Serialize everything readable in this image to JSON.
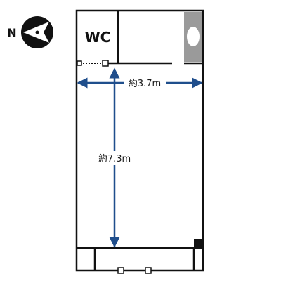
{
  "compass": {
    "label": "N"
  },
  "rooms": {
    "wc_label": "WC"
  },
  "dimensions": {
    "width_label": "約3.7m",
    "length_label": "約7.3m"
  },
  "colors": {
    "wall": "#111111",
    "dimension_arrow": "#1f4e8c",
    "sink_fill": "#9a9a9a",
    "background": "#ffffff"
  },
  "icons": {
    "compass": "north-compass-icon",
    "toilet": "toilet-bowl-icon",
    "column": "pillar-icon",
    "door_main": "sliding-door-icon",
    "door_wc": "sliding-door-icon"
  }
}
